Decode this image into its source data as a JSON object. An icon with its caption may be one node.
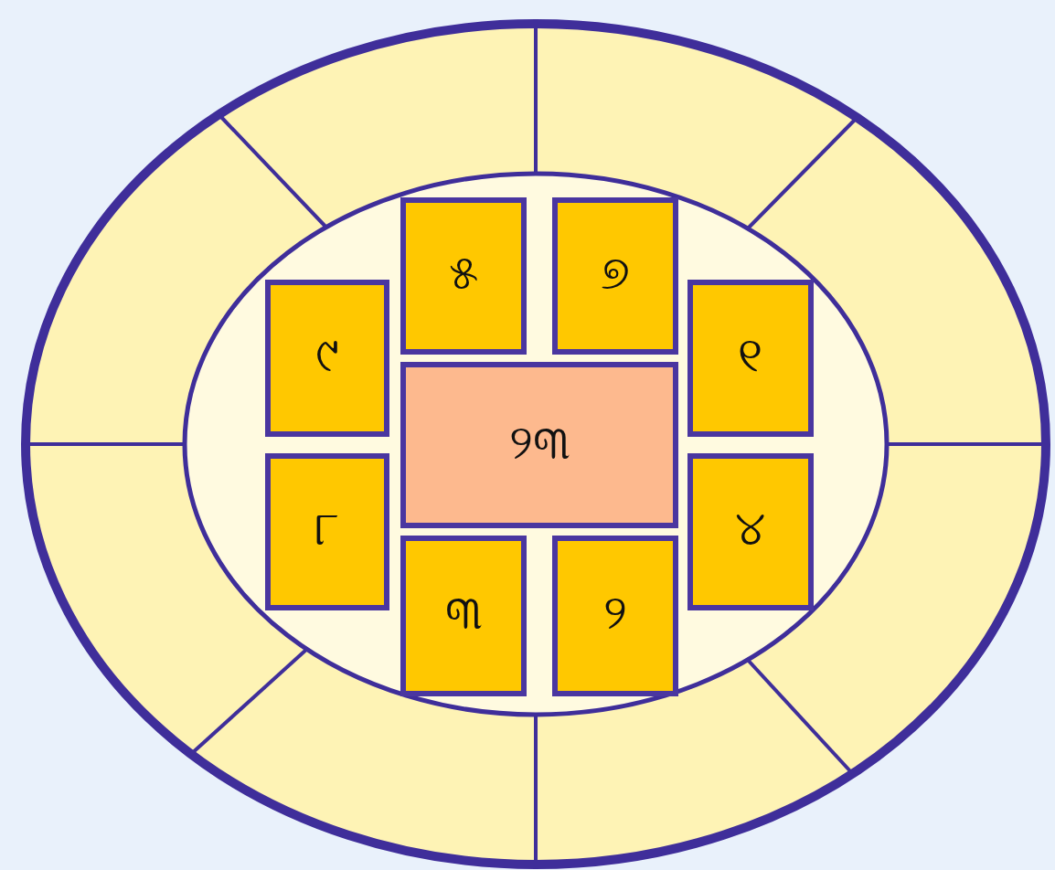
{
  "diagram": {
    "nodes": [
      {
        "text": [
          "୫"
        ]
      },
      {
        "text": [
          "୭"
        ]
      },
      {
        "text": [
          "୯"
        ]
      },
      {
        "text": [
          "୧"
        ]
      },
      {
        "text": [
          "୨୩"
        ]
      },
      {
        "text": [
          "୮"
        ]
      },
      {
        "text": [
          "୪"
        ]
      },
      {
        "text": [
          "୩"
        ]
      },
      {
        "text": [
          "୨"
        ]
      }
    ]
  }
}
